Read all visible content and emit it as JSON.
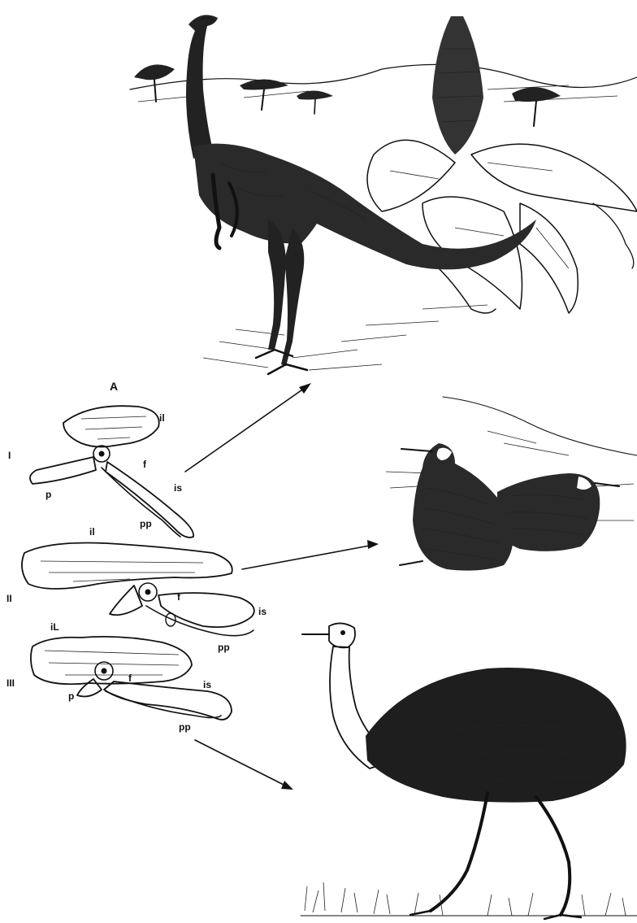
{
  "figure": {
    "panel_label": "A",
    "pelvis_rows": [
      {
        "numeral": "I",
        "labels": {
          "ilium": "il",
          "acetabulum": "f",
          "ischium": "is",
          "pubis": "p",
          "prepubis": "pp"
        }
      },
      {
        "numeral": "II",
        "labels": {
          "ilium": "il",
          "acetabulum": "f",
          "ischium": "is",
          "prepubis": "pp"
        }
      },
      {
        "numeral": "III",
        "labels": {
          "ilium": "iL",
          "acetabulum": "f",
          "ischium": "is",
          "pubis": "p",
          "prepubis": "pp"
        }
      }
    ],
    "illustrations": [
      "dinosaur-with-landscape",
      "two-ground-birds",
      "ostrich"
    ],
    "ink_color": "#111111"
  }
}
